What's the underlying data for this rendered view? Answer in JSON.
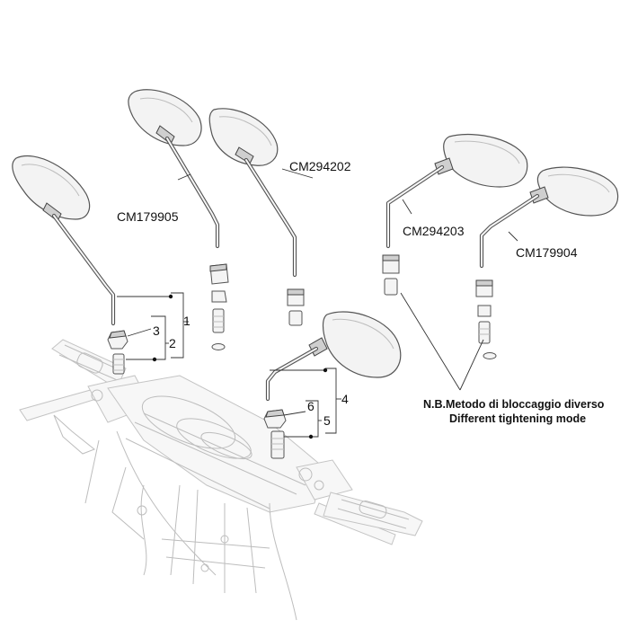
{
  "codes": {
    "cm179905": "CM179905",
    "cm294202": "CM294202",
    "cm294203": "CM294203",
    "cm179904": "CM179904"
  },
  "callouts": {
    "n1": "1",
    "n2": "2",
    "n3": "3",
    "n4": "4",
    "n5": "5",
    "n6": "6"
  },
  "note": {
    "line1": "N.B.Metodo di bloccaggio diverso",
    "line2": "Different tightening mode"
  }
}
